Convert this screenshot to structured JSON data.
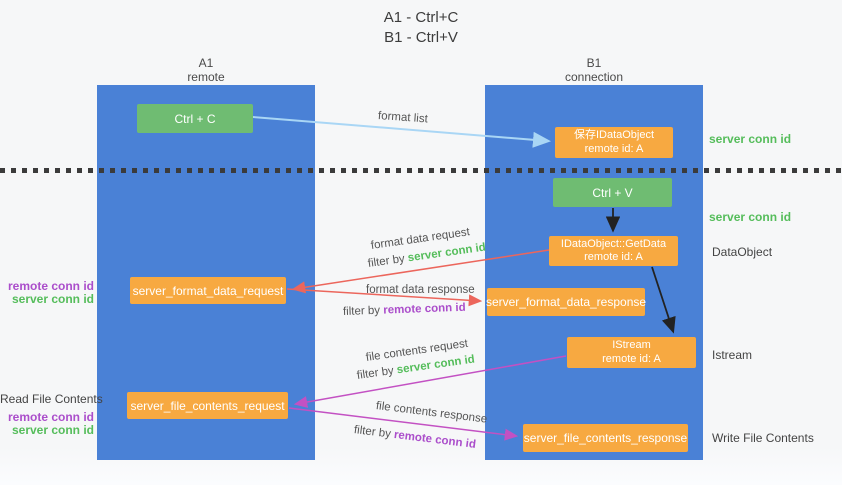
{
  "title": {
    "line1": "A1 - Ctrl+C",
    "line2": "B1 - Ctrl+V"
  },
  "lifelines": {
    "a1": {
      "name": "A1",
      "role": "remote"
    },
    "b1": {
      "name": "B1",
      "role": "connection"
    }
  },
  "nodes": {
    "ctrl_c": {
      "label": "Ctrl + C"
    },
    "ctrl_v": {
      "label": "Ctrl + V"
    },
    "save_dataobject": {
      "line1": "保存IDataObject",
      "line2": "remote id: A"
    },
    "getdata": {
      "line1": "IDataObject::GetData",
      "line2": "remote id: A"
    },
    "istream": {
      "line1": "IStream",
      "line2": "remote id: A"
    },
    "format_request": {
      "label": "server_format_data_request"
    },
    "format_response": {
      "label": "server_format_data_response"
    },
    "file_request": {
      "label": "server_file_contents_request"
    },
    "file_response": {
      "label": "server_file_contents_response"
    }
  },
  "flow_labels": {
    "format_list": "format list",
    "format_data_request": "format data request",
    "format_data_response": "format data response",
    "file_contents_request": "file contents request",
    "file_contents_response": "file contents response",
    "filter_by": "filter by ",
    "server_conn_id": "server conn id",
    "remote_conn_id": "remote conn id"
  },
  "side_labels": {
    "left": {
      "remote_conn_id": "remote conn id",
      "server_conn_id": "server conn id",
      "read_file_contents": "Read File Contents"
    },
    "right": {
      "server_conn_id": "server conn id",
      "dataobject": "DataObject",
      "istream": "Istream",
      "write_file_contents": "Write File Contents"
    }
  },
  "colors": {
    "lifeline_blue": "#4a81d6",
    "action_green": "#6fbc72",
    "message_orange": "#f7a941",
    "conn_green_text": "#55bd5b",
    "conn_purple_text": "#ab4ecb",
    "arrow_red": "#ec665c",
    "arrow_magenta": "#c351c3",
    "arrow_lightblue": "#a9d6f5",
    "arrow_black": "#222222"
  }
}
